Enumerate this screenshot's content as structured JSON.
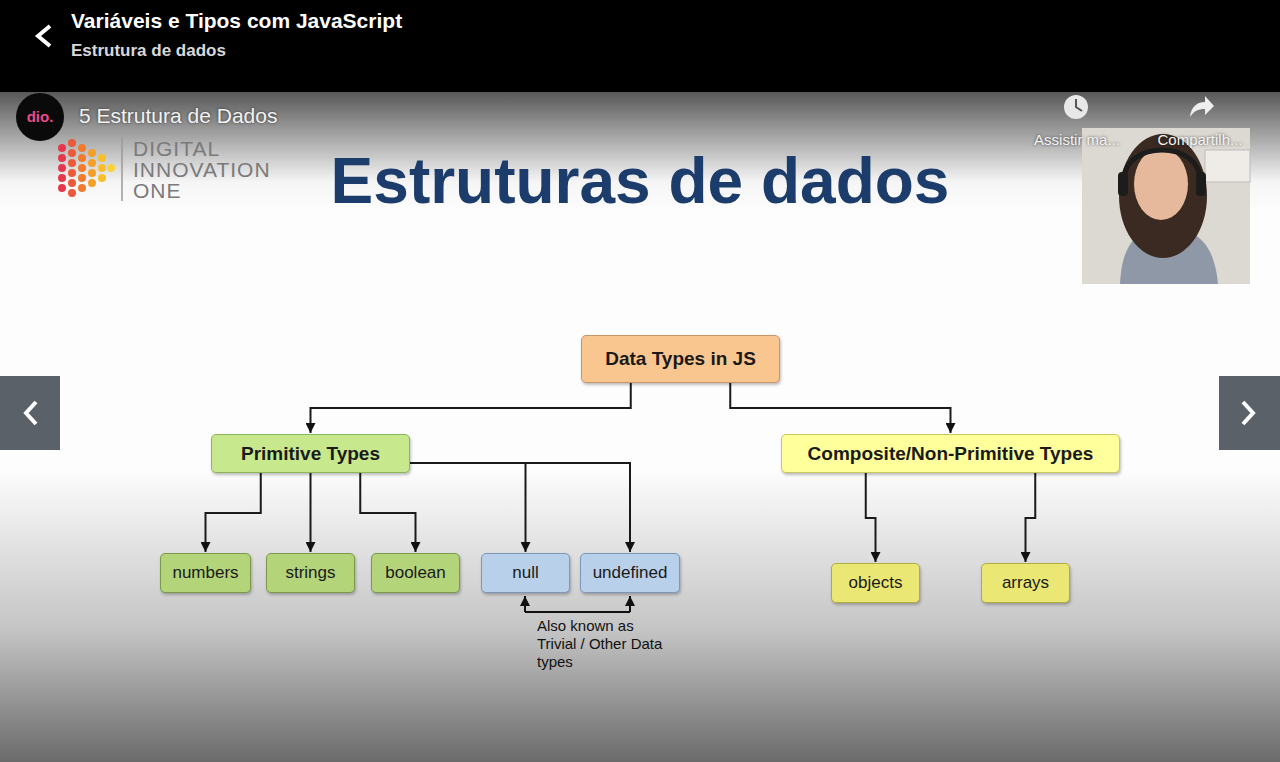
{
  "diagram": {
    "title": "Estruturas de dados",
    "nodes": [
      {
        "text": [
          "Data Types in JS"
        ]
      },
      {
        "text": [
          "Primitive Types"
        ]
      },
      {
        "text": [
          "Composite/Non-Primitive Types"
        ]
      },
      {
        "text": [
          "numbers"
        ]
      },
      {
        "text": [
          "strings"
        ]
      },
      {
        "text": [
          "boolean"
        ]
      },
      {
        "text": [
          "null"
        ]
      },
      {
        "text": [
          "undefined"
        ]
      },
      {
        "text": [
          "objects"
        ]
      },
      {
        "text": [
          "arrays"
        ]
      }
    ],
    "edges": [
      {
        "from": 0,
        "to": 1,
        "arrow": "to"
      },
      {
        "from": 0,
        "to": 2,
        "arrow": "to"
      },
      {
        "from": 1,
        "to": 3,
        "arrow": "to"
      },
      {
        "from": 1,
        "to": 4,
        "arrow": "to"
      },
      {
        "from": 1,
        "to": 5,
        "arrow": "to"
      },
      {
        "from": 1,
        "to": 6,
        "arrow": "to"
      },
      {
        "from": 1,
        "to": 7,
        "arrow": "to"
      },
      {
        "from": 2,
        "to": 8,
        "arrow": "to"
      },
      {
        "from": 2,
        "to": 9,
        "arrow": "to"
      }
    ],
    "labels": [
      "Variáveis e Tipos com JavaScript",
      "Estrutura de dados",
      "dio.",
      "5 Estrutura de Dados",
      "DIGITAL",
      "INNOVATION",
      "ONE",
      "Assistir ma...",
      "Compartilh...",
      "Also known as Trivial / Other Data types"
    ]
  }
}
